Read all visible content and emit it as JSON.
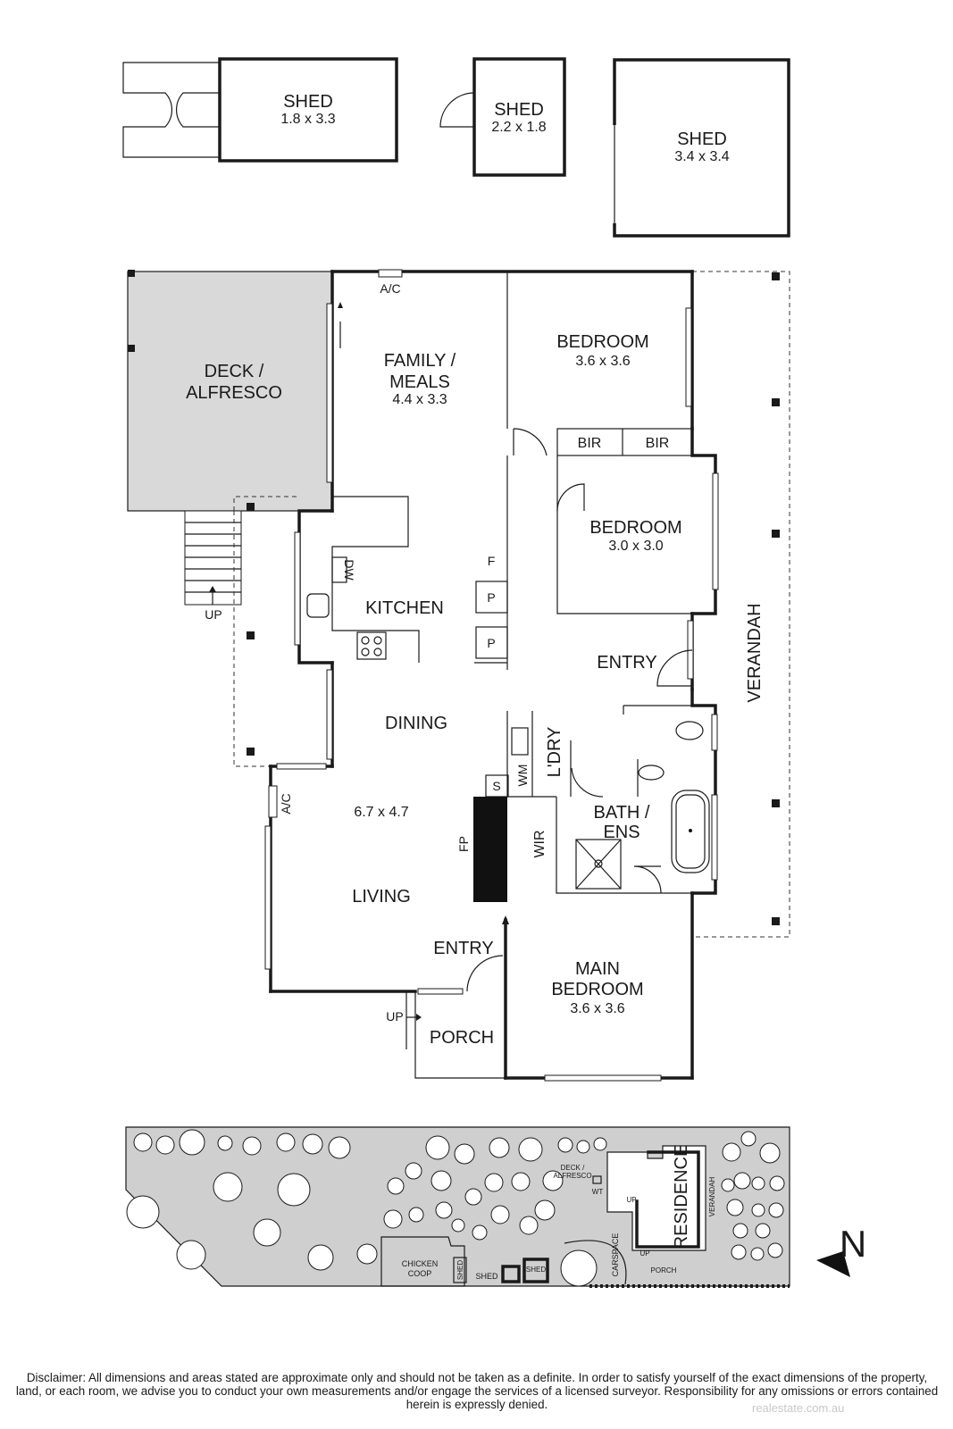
{
  "sheds": [
    {
      "label": "SHED",
      "dims": "1.8 x 3.3"
    },
    {
      "label": "SHED",
      "dims": "2.2 x 1.8"
    },
    {
      "label": "SHED",
      "dims": "3.4 x 3.4"
    }
  ],
  "rooms": {
    "deck_l1": "DECK /",
    "deck_l2": "ALFRESCO",
    "family_l1": "FAMILY /",
    "family_l2": "MEALS",
    "family_dims": "4.4 x 3.3",
    "bed1": "BEDROOM",
    "bed1_dims": "3.6 x 3.6",
    "bir": "BIR",
    "bed2": "BEDROOM",
    "bed2_dims": "3.0 x 3.0",
    "kitchen": "KITCHEN",
    "dining": "DINING",
    "living_dims": "6.7 x 4.7",
    "living": "LIVING",
    "entry": "ENTRY",
    "ldry": "L'DRY",
    "bath_l1": "BATH /",
    "bath_l2": "ENS",
    "wir": "WIR",
    "main_l1": "MAIN",
    "main_l2": "BEDROOM",
    "main_dims": "3.6 x 3.6",
    "porch": "PORCH",
    "verandah": "VERANDAH"
  },
  "fixtures": {
    "ac": "A/C",
    "dw": "DW",
    "f": "F",
    "p": "P",
    "s": "S",
    "wm": "WM",
    "fp": "FP",
    "up": "UP"
  },
  "site": {
    "deck_l1": "DECK /",
    "deck_l2": "ALFRESCO",
    "wt": "WT",
    "up": "UP",
    "residence": "RESIDENCE",
    "verandah": "VERANDAH",
    "carspace": "CARSPACE",
    "porch": "PORCH",
    "chicken_l1": "CHICKEN",
    "chicken_l2": "COOP",
    "shed": "SHED",
    "north": "N"
  },
  "disclaimer": "Disclaimer: All dimensions and areas stated are approximate only and should not be taken as a definite. In order to satisfy yourself of the exact dimensions of the property, land, or each room, we advise you to conduct your own measurements and/or engage the services of a licensed surveyor. Responsibility for any omissions or errors contained herein is expressly denied.",
  "watermark": "realestate.com.au"
}
